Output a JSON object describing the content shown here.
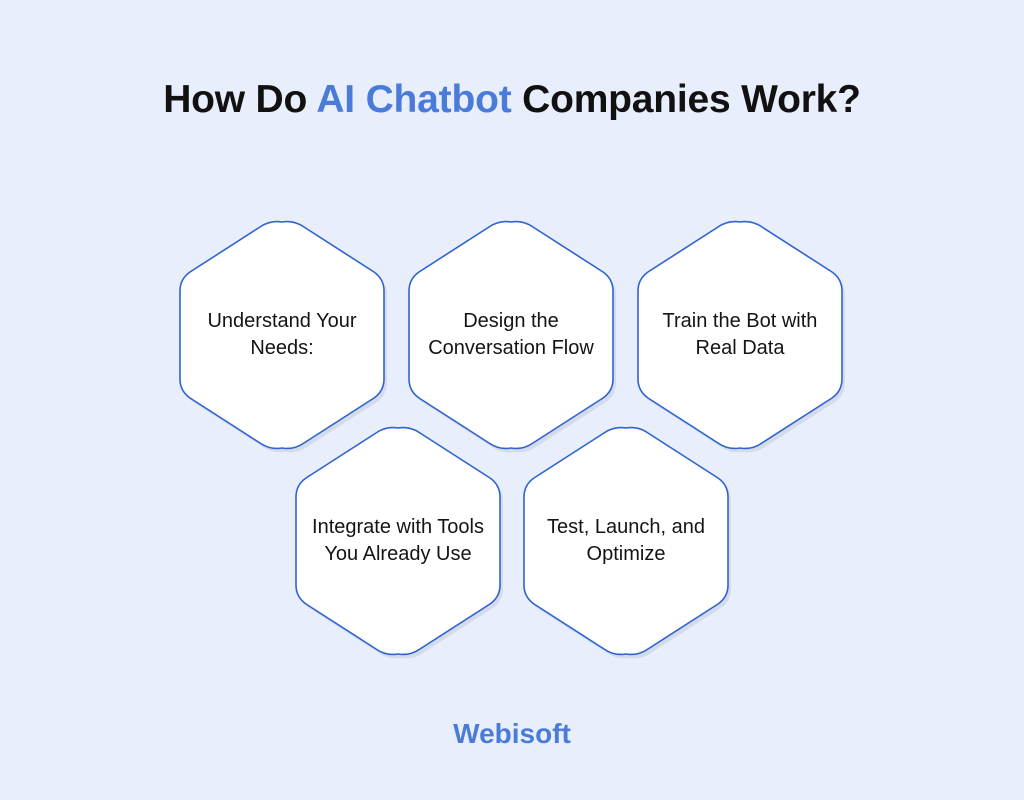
{
  "title": {
    "before": "How Do ",
    "highlight": "AI Chatbot",
    "after": " Companies Work?"
  },
  "steps": [
    {
      "label": "Understand Your Needs:"
    },
    {
      "label": "Design the Conversation Flow"
    },
    {
      "label": "Train the Bot with Real Data"
    },
    {
      "label": "Integrate with Tools You Already Use"
    },
    {
      "label": "Test, Launch, and Optimize"
    }
  ],
  "brand": "Webisoft",
  "colors": {
    "background": "#e8eefb",
    "accent": "#4a7bd9",
    "hex_fill": "#ffffff",
    "hex_border": "#2f63d0",
    "hex_shadow": "#d4dcec"
  }
}
